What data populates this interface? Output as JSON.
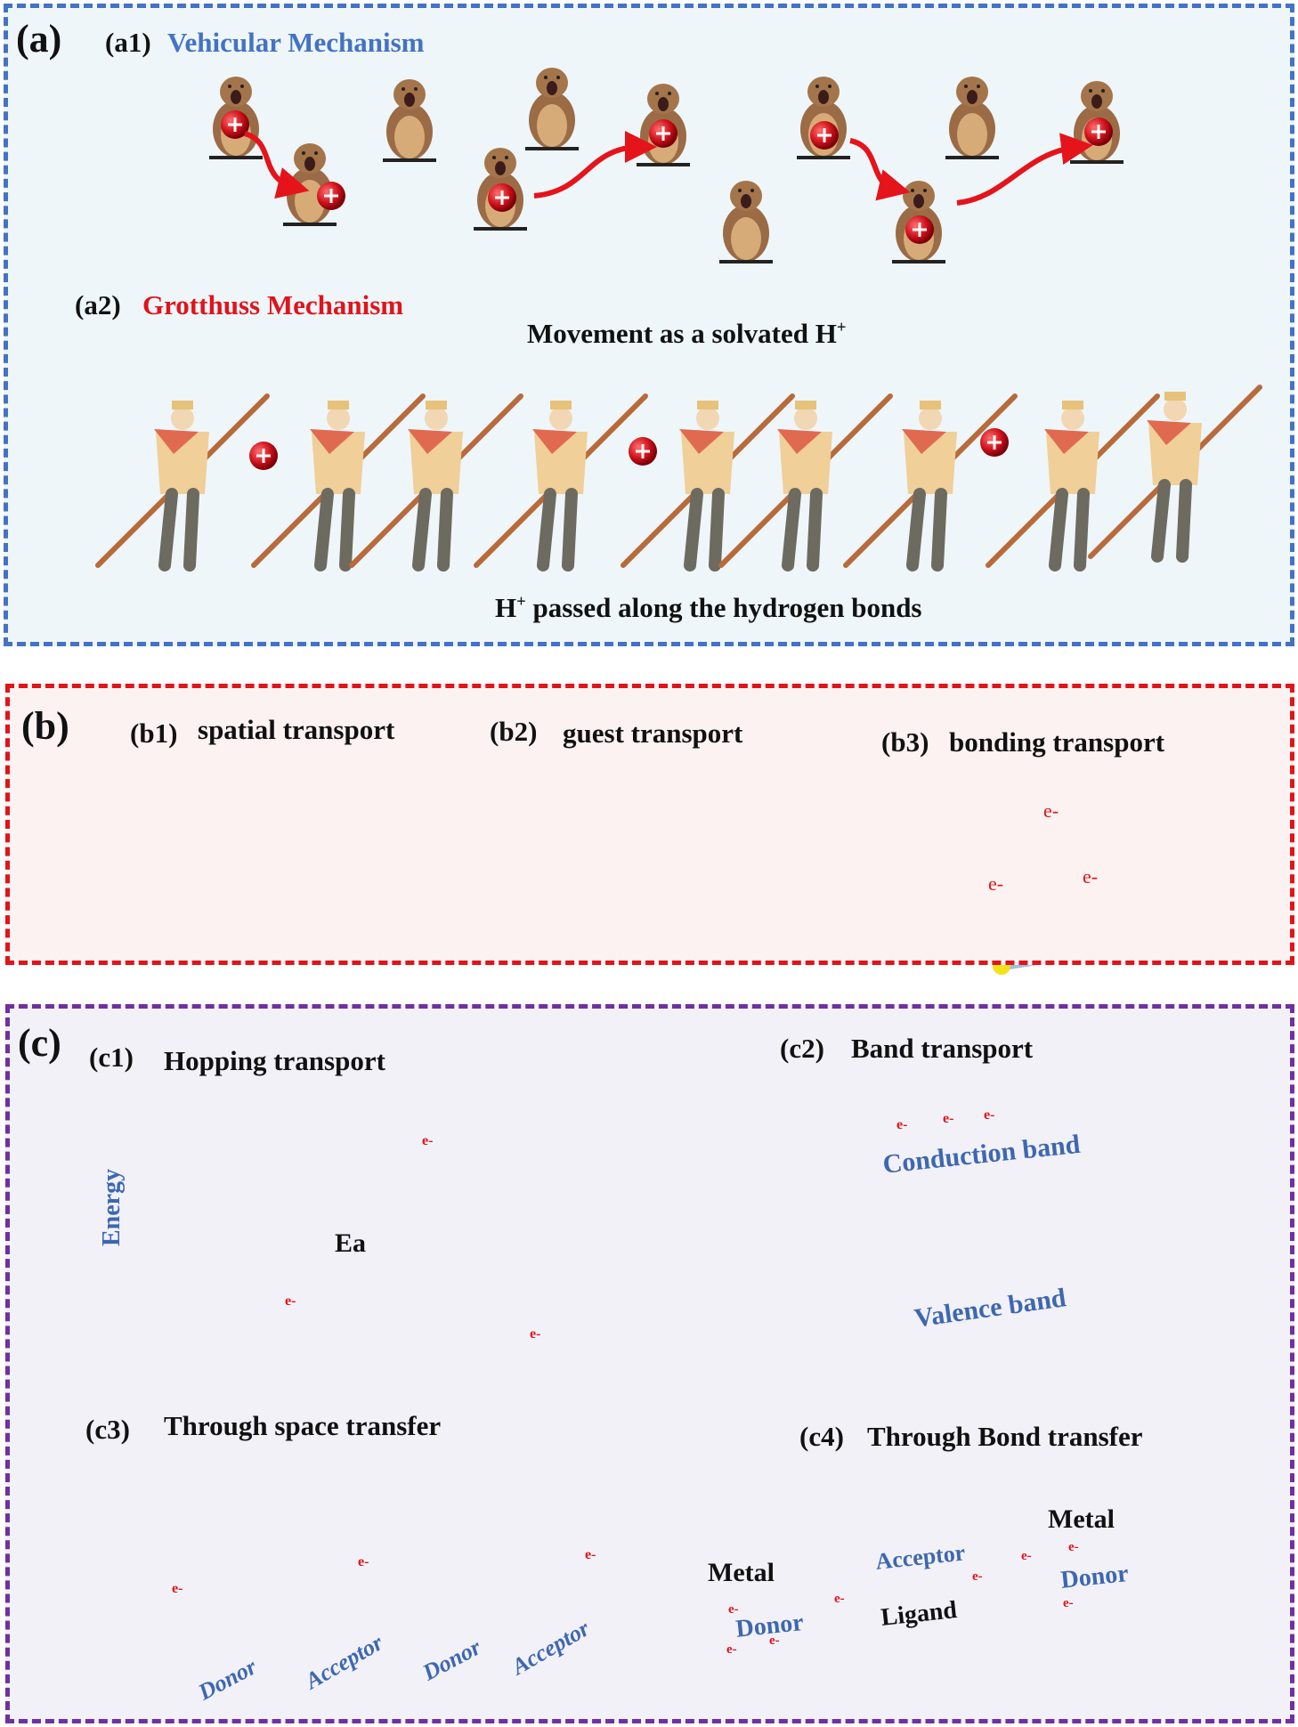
{
  "panel_a": {
    "label": "(a)",
    "a1": {
      "tag": "(a1)",
      "title": "Vehicular Mechanism"
    },
    "a2": {
      "tag": "(a2)",
      "title": "Grotthuss Mechanism"
    },
    "caption_vehicular_main": "Movement as a solvated H",
    "caption_vehicular_sup": "+",
    "caption_grotthuss_sup": "+",
    "caption_grotthuss_main": " passed along the hydrogen bonds",
    "caption_grotthuss_prefix": "H",
    "proton_symbol": "+"
  },
  "panel_b": {
    "label": "(b)",
    "b1": {
      "tag": "(b1)",
      "title": "spatial transport"
    },
    "b2": {
      "tag": "(b2)",
      "title": "guest transport"
    },
    "b3": {
      "tag": "(b3)",
      "title": "bonding transport",
      "electron": "e-"
    }
  },
  "panel_c": {
    "label": "(c)",
    "c1": {
      "tag": "(c1)",
      "title": "Hopping transport",
      "axis_label": "Energy",
      "activation_label": "Ea",
      "electron": "e-"
    },
    "c2": {
      "tag": "(c2)",
      "title": "Band transport",
      "conduction_label": "Conduction band",
      "valence_label": "Valence band",
      "electron": "e-"
    },
    "c3": {
      "tag": "(c3)",
      "title": "Through space transfer",
      "donor_label": "Donor",
      "acceptor_label": "Acceptor",
      "electron": "e-"
    },
    "c4": {
      "tag": "(c4)",
      "title": "Through Bond transfer",
      "metal_label": "Metal",
      "donor_label": "Donor",
      "acceptor_label": "Acceptor",
      "ligand_label": "Ligand",
      "electron": "e-"
    }
  },
  "colors": {
    "panel_a_border": "#4472c4",
    "panel_b_border": "#e0141a",
    "panel_c_border": "#7030a0",
    "accent_blue": "#4472c4",
    "accent_red": "#e0141a",
    "teal": "#2ab39b",
    "proton_red": "#d0121b"
  }
}
